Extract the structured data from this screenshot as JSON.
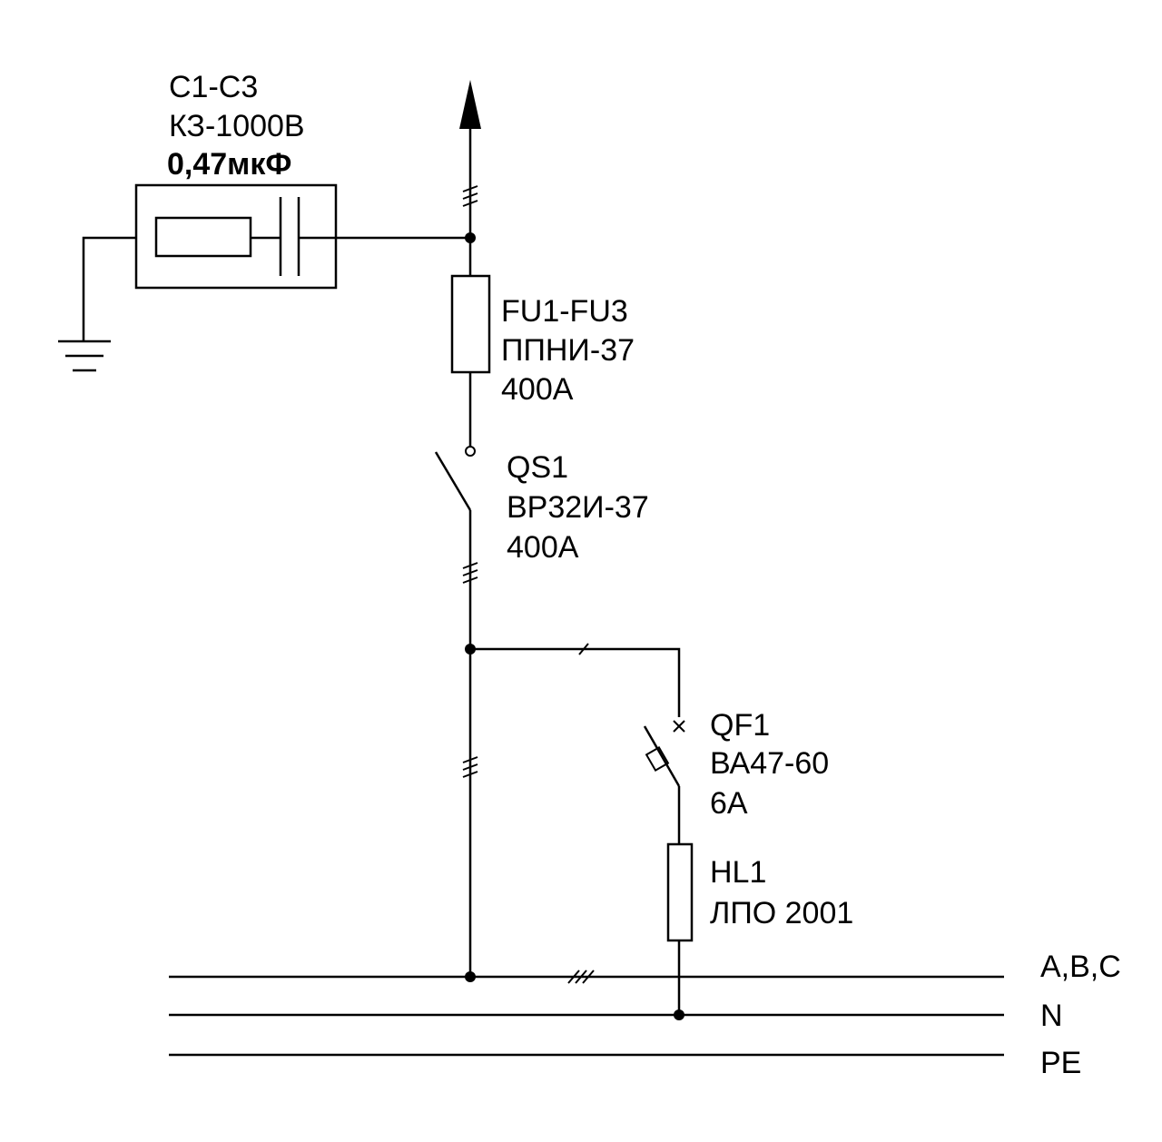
{
  "capacitor": {
    "designation": "C1-C3",
    "type": "КЗ-1000В",
    "value": "0,47мкФ"
  },
  "fuse": {
    "designation": "FU1-FU3",
    "type": "ППНИ-37",
    "rating": "400А"
  },
  "switch": {
    "designation": "QS1",
    "type": "ВР32И-37",
    "rating": "400А"
  },
  "breaker": {
    "designation": "QF1",
    "type": "ВА47-60",
    "rating": "6А"
  },
  "lamp": {
    "designation": "HL1",
    "type": "ЛПО 2001"
  },
  "buses": {
    "phases": "A,B,C",
    "neutral": "N",
    "protective_earth": "PE"
  },
  "colors": {
    "line": "#000000",
    "background": "#ffffff"
  }
}
